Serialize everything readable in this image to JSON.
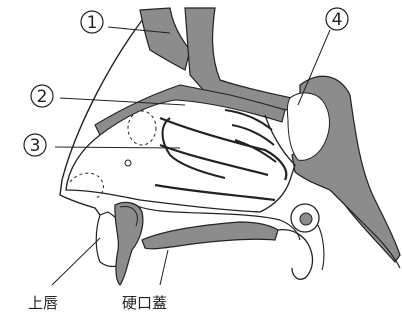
{
  "markers": {
    "m1": "1",
    "m2": "2",
    "m3": "3",
    "m4": "4"
  },
  "labels": {
    "upper_lip": "上唇",
    "hard_palate": "硬口蓋"
  },
  "colors": {
    "tissue": "#8c8c8c",
    "outline": "#222222",
    "cavity": "#ffffff"
  }
}
